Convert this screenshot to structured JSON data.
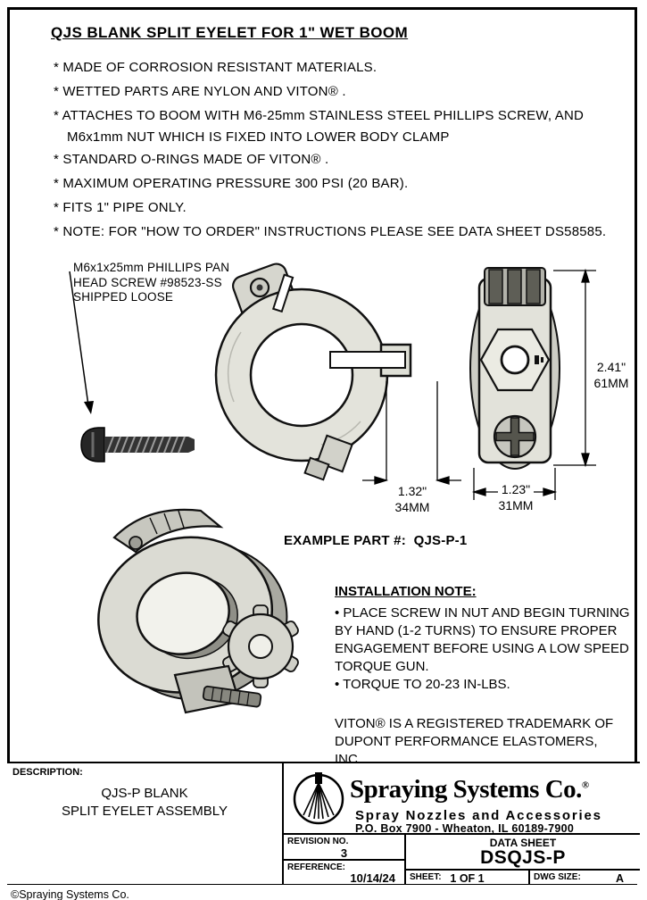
{
  "page": {
    "title": "QJS BLANK SPLIT EYELET FOR 1\" WET BOOM",
    "copyright": "©Spraying Systems Co."
  },
  "bullets": [
    "* MADE OF CORROSION RESISTANT MATERIALS.",
    "* WETTED PARTS ARE NYLON AND VITON® .",
    "* ATTACHES TO BOOM WITH M6-25mm STAINLESS STEEL PHILLIPS SCREW, AND",
    "M6x1mm NUT WHICH IS FIXED INTO LOWER BODY CLAMP",
    "* STANDARD O-RINGS MADE OF VITON® .",
    "* MAXIMUM OPERATING PRESSURE 300 PSI (20 BAR).",
    "* FITS 1\" PIPE ONLY.",
    "* NOTE: FOR \"HOW TO ORDER\" INSTRUCTIONS PLEASE SEE DATA SHEET DS58585."
  ],
  "callout": {
    "line1": "M6x1x25mm PHILLIPS PAN",
    "line2": "HEAD SCREW #98523-SS",
    "line3": "SHIPPED LOOSE"
  },
  "drawing": {
    "example_part": "EXAMPLE PART #:  QJS-P-1",
    "dim_front": {
      "inches": "1.32\"",
      "mm": "34MM"
    },
    "dim_side_width": {
      "inches": "1.23\"",
      "mm": "31MM"
    },
    "dim_side_height": {
      "inches": "2.41\"",
      "mm": "61MM"
    }
  },
  "installation": {
    "heading": "INSTALLATION NOTE:",
    "bullet1": "• PLACE SCREW IN NUT AND BEGIN TURNING BY HAND (1-2 TURNS) TO ENSURE PROPER ENGAGEMENT BEFORE USING A LOW SPEED TORQUE GUN.",
    "bullet2": "• TORQUE TO 20-23 IN-LBS."
  },
  "trademark": "VITON®  IS A REGISTERED TRADEMARK OF DUPONT PERFORMANCE ELASTOMERS, INC.",
  "title_block": {
    "description_label": "DESCRIPTION:",
    "description_line1": "QJS-P BLANK",
    "description_line2": "SPLIT EYELET ASSEMBLY",
    "company_name": "Spraying Systems Co.",
    "company_reg": "®",
    "tagline": "Spray Nozzles and Accessories",
    "address": "P.O. Box 7900 - Wheaton, IL 60189-7900",
    "revision_label": "REVISION NO.",
    "revision_value": "3",
    "reference_label": "REFERENCE:",
    "reference_value": "10/14/24",
    "datasheet_label": "DATA SHEET",
    "datasheet_value": "DSQJS-P",
    "sheet_label": "SHEET:",
    "sheet_value": "1 OF 1",
    "dwg_label": "DWG SIZE:",
    "dwg_value": "A"
  }
}
